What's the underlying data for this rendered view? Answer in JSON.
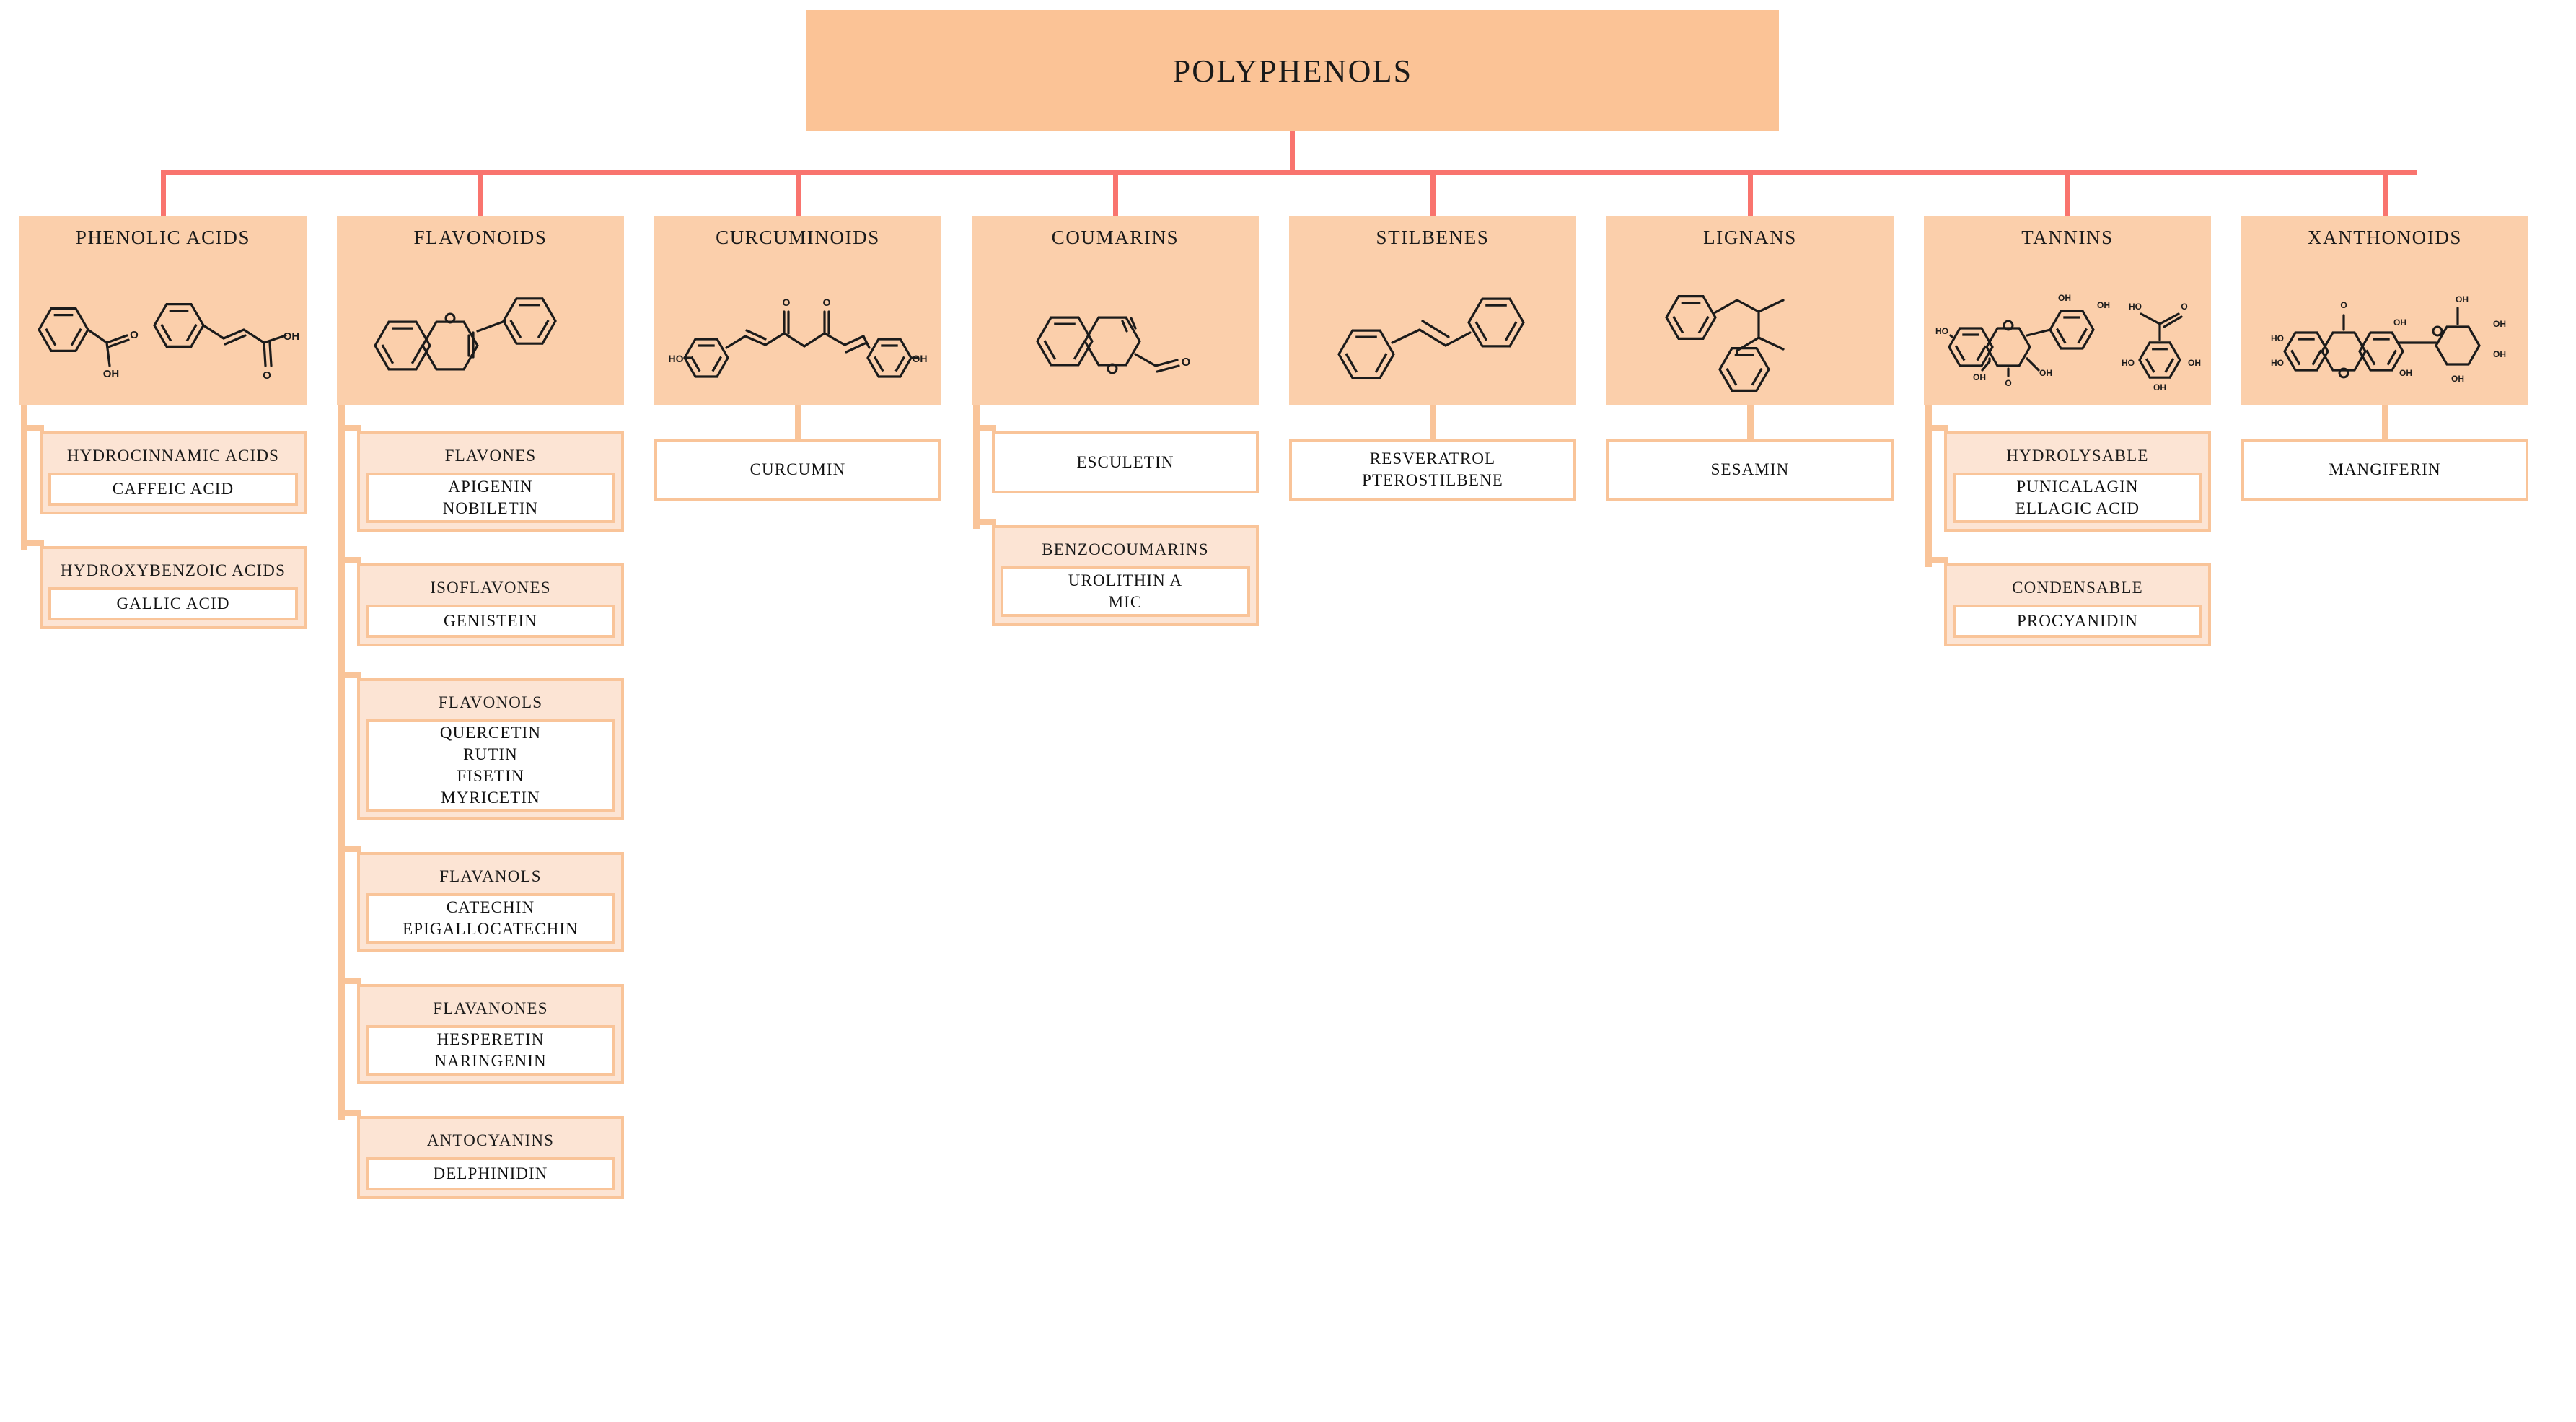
{
  "root": {
    "label": "POLYPHENOLS",
    "box_color": "#FBC396",
    "connector_color": "#F9746E"
  },
  "theme": {
    "category_fill": "#FBCFAB",
    "subgroup_fill": "#FCE4D4",
    "leaf_fill": "#FFFFFF",
    "border_color": "#F9C499",
    "text_color": "#131313"
  },
  "columns": [
    {
      "name": "phenolic-acids",
      "title": "PHENOLIC ACIDS",
      "structure_icon": "benzoic-acid-and-cinnamic-acid-skeletal-structure",
      "groups": [
        {
          "name": "hydrocinnamic-acids",
          "title": "HYDROCINNAMIC ACIDS",
          "compounds": [
            "CAFFEIC ACID"
          ]
        },
        {
          "name": "hydroxybenzoic-acids",
          "title": "HYDROXYBENZOIC ACIDS",
          "compounds": [
            "GALLIC ACID"
          ]
        }
      ],
      "direct_leaves": []
    },
    {
      "name": "flavonoids",
      "title": "FLAVONOIDS",
      "structure_icon": "flavone-skeletal-structure",
      "groups": [
        {
          "name": "flavones",
          "title": "FLAVONES",
          "compounds": [
            "APIGENIN",
            "NOBILETIN"
          ]
        },
        {
          "name": "isoflavones",
          "title": "ISOFLAVONES",
          "compounds": [
            "GENISTEIN"
          ]
        },
        {
          "name": "flavonols",
          "title": "FLAVONOLS",
          "compounds": [
            "QUERCETIN",
            "RUTIN",
            "FISETIN",
            "MYRICETIN"
          ]
        },
        {
          "name": "flavanols",
          "title": "FLAVANOLS",
          "compounds": [
            "CATECHIN",
            "EPIGALLOCATECHIN"
          ]
        },
        {
          "name": "flavanones",
          "title": "FLAVANONES",
          "compounds": [
            "HESPERETIN",
            "NARINGENIN"
          ]
        },
        {
          "name": "antocyanins",
          "title": "ANTOCYANINS",
          "compounds": [
            "DELPHINIDIN"
          ]
        }
      ],
      "direct_leaves": []
    },
    {
      "name": "curcuminoids",
      "title": "CURCUMINOIDS",
      "structure_icon": "curcumin-skeletal-structure",
      "groups": [],
      "direct_leaves": [
        {
          "name": "curcumin",
          "compounds": [
            "CURCUMIN"
          ]
        }
      ]
    },
    {
      "name": "coumarins",
      "title": "COUMARINS",
      "structure_icon": "coumarin-skeletal-structure",
      "groups": [
        {
          "name": "benzocoumarins",
          "title": "BENZOCOUMARINS",
          "compounds": [
            "UROLITHIN A",
            "MIC"
          ]
        }
      ],
      "direct_leaves": [
        {
          "name": "esculetin",
          "compounds": [
            "ESCULETIN"
          ]
        }
      ]
    },
    {
      "name": "stilbenes",
      "title": "STILBENES",
      "structure_icon": "stilbene-skeletal-structure",
      "groups": [],
      "direct_leaves": [
        {
          "name": "stilbene-compounds",
          "compounds": [
            "RESVERATROL",
            "PTEROSTILBENE"
          ]
        }
      ]
    },
    {
      "name": "lignans",
      "title": "LIGNANS",
      "structure_icon": "lignan-skeletal-structure",
      "groups": [],
      "direct_leaves": [
        {
          "name": "sesamin",
          "compounds": [
            "SESAMIN"
          ]
        }
      ]
    },
    {
      "name": "tannins",
      "title": "TANNINS",
      "structure_icon": "quercetin-and-gallic-acid-skeletal-structure",
      "groups": [
        {
          "name": "hydrolysable",
          "title": "HYDROLYSABLE",
          "compounds": [
            "PUNICALAGIN",
            "ELLAGIC ACID"
          ]
        },
        {
          "name": "condensable",
          "title": "CONDENSABLE",
          "compounds": [
            "PROCYANIDIN"
          ]
        }
      ],
      "direct_leaves": []
    },
    {
      "name": "xanthonoids",
      "title": "XANTHONOIDS",
      "structure_icon": "mangiferin-skeletal-structure",
      "groups": [],
      "direct_leaves": [
        {
          "name": "mangiferin",
          "compounds": [
            "MANGIFERIN"
          ]
        }
      ]
    }
  ]
}
